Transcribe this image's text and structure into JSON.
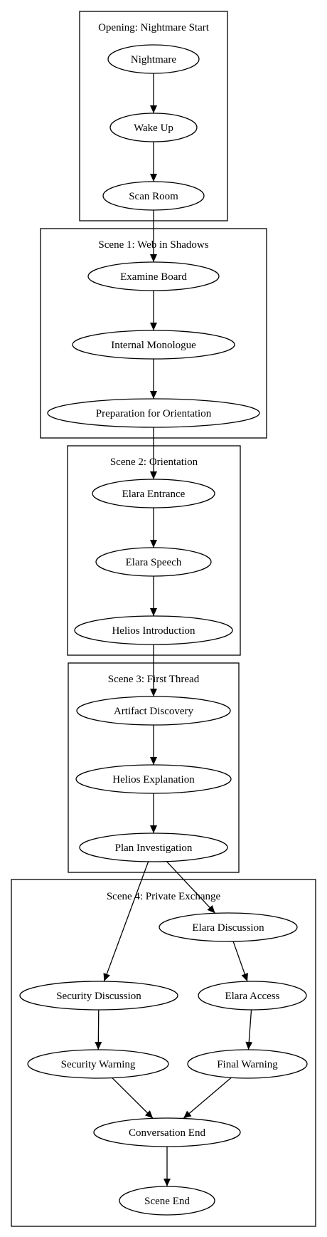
{
  "clusters": [
    {
      "id": "c0",
      "label": "Opening: Nightmare Start"
    },
    {
      "id": "c1",
      "label": "Scene 1: Web in Shadows"
    },
    {
      "id": "c2",
      "label": "Scene 2: Orientation"
    },
    {
      "id": "c3",
      "label": "Scene 3: First Thread"
    },
    {
      "id": "c4",
      "label": "Scene 4: Private Exchange"
    }
  ],
  "nodes": [
    {
      "id": "nightmare",
      "label": "Nightmare"
    },
    {
      "id": "wake_up",
      "label": "Wake Up"
    },
    {
      "id": "scan_room",
      "label": "Scan Room"
    },
    {
      "id": "examine_board",
      "label": "Examine Board"
    },
    {
      "id": "internal_monologue",
      "label": "Internal Monologue"
    },
    {
      "id": "prep_orientation",
      "label": "Preparation for Orientation"
    },
    {
      "id": "elara_entrance",
      "label": "Elara Entrance"
    },
    {
      "id": "elara_speech",
      "label": "Elara Speech"
    },
    {
      "id": "helios_intro",
      "label": "Helios Introduction"
    },
    {
      "id": "artifact_discovery",
      "label": "Artifact Discovery"
    },
    {
      "id": "helios_explanation",
      "label": "Helios Explanation"
    },
    {
      "id": "plan_investigation",
      "label": "Plan Investigation"
    },
    {
      "id": "elara_discussion",
      "label": "Elara Discussion"
    },
    {
      "id": "security_discussion",
      "label": "Security Discussion"
    },
    {
      "id": "elara_access",
      "label": "Elara Access"
    },
    {
      "id": "security_warning",
      "label": "Security Warning"
    },
    {
      "id": "final_warning",
      "label": "Final Warning"
    },
    {
      "id": "conversation_end",
      "label": "Conversation End"
    },
    {
      "id": "scene_end",
      "label": "Scene End"
    }
  ],
  "edges": [
    {
      "from": "nightmare",
      "to": "wake_up"
    },
    {
      "from": "wake_up",
      "to": "scan_room"
    },
    {
      "from": "scan_room",
      "to": "examine_board"
    },
    {
      "from": "examine_board",
      "to": "internal_monologue"
    },
    {
      "from": "internal_monologue",
      "to": "prep_orientation"
    },
    {
      "from": "prep_orientation",
      "to": "elara_entrance"
    },
    {
      "from": "elara_entrance",
      "to": "elara_speech"
    },
    {
      "from": "elara_speech",
      "to": "helios_intro"
    },
    {
      "from": "helios_intro",
      "to": "artifact_discovery"
    },
    {
      "from": "artifact_discovery",
      "to": "helios_explanation"
    },
    {
      "from": "helios_explanation",
      "to": "plan_investigation"
    },
    {
      "from": "plan_investigation",
      "to": "elara_discussion"
    },
    {
      "from": "plan_investigation",
      "to": "security_discussion"
    },
    {
      "from": "elara_discussion",
      "to": "elara_access"
    },
    {
      "from": "security_discussion",
      "to": "security_warning"
    },
    {
      "from": "elara_access",
      "to": "final_warning"
    },
    {
      "from": "security_warning",
      "to": "conversation_end"
    },
    {
      "from": "final_warning",
      "to": "conversation_end"
    },
    {
      "from": "conversation_end",
      "to": "scene_end"
    }
  ],
  "colors": {
    "stroke": "#000000",
    "background": "#ffffff",
    "text": "#000000"
  }
}
